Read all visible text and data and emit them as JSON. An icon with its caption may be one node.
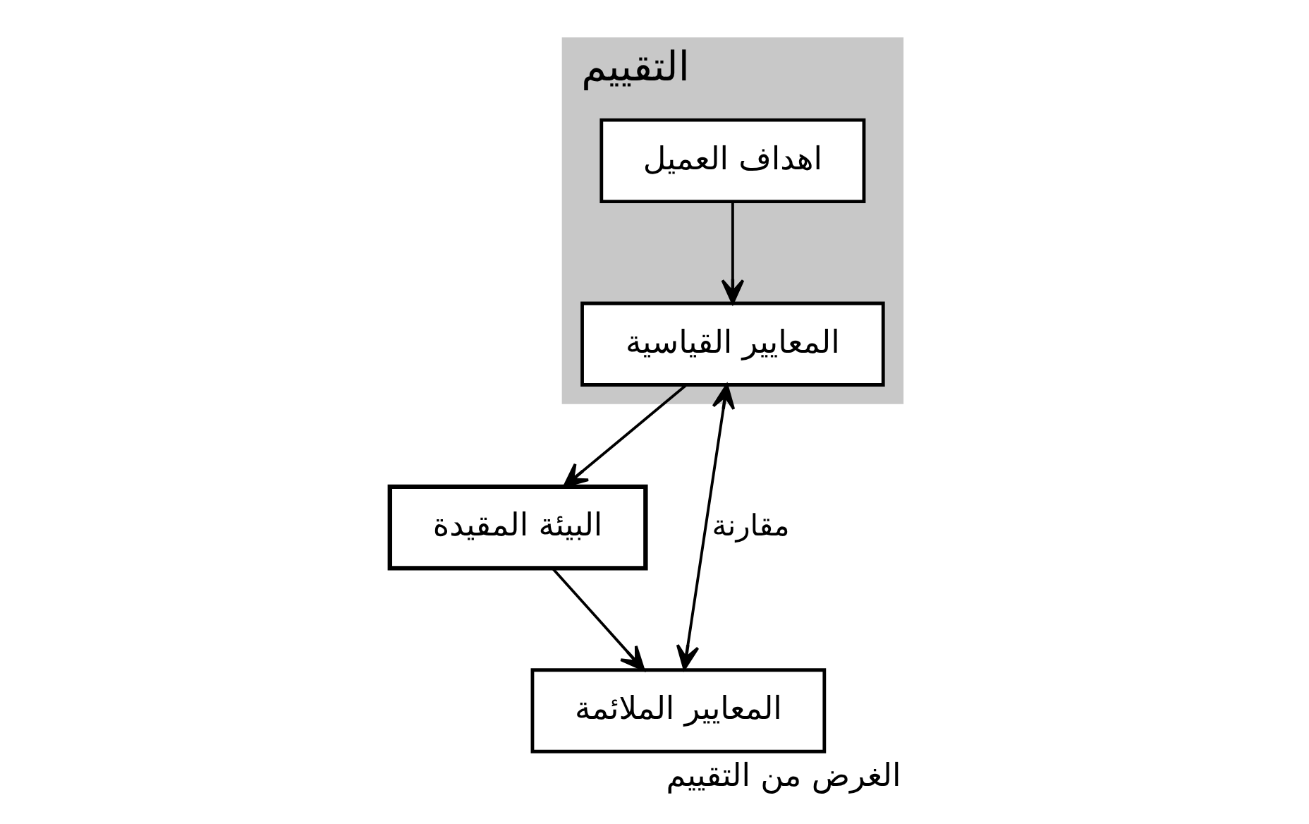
{
  "diagram": {
    "caption": "الغرض من التقييم",
    "nodes": [
      {
        "text": [
          "التقييم"
        ]
      },
      {
        "text": [
          "اهداف العميل"
        ],
        "in": 0
      },
      {
        "text": [
          "المعايير القياسية"
        ],
        "in": 0
      },
      {
        "text": [
          "البيئة المقيدة"
        ]
      },
      {
        "text": [
          "المعايير الملائمة"
        ]
      }
    ],
    "edges": [
      {
        "from": 1,
        "to": 2,
        "arrow": "to"
      },
      {
        "from": 2,
        "to": 3,
        "arrow": "to"
      },
      {
        "from": 3,
        "to": 4,
        "arrow": "to"
      },
      {
        "from": 2,
        "to": 4,
        "arrow": "both",
        "label": "مقارنة"
      }
    ]
  }
}
